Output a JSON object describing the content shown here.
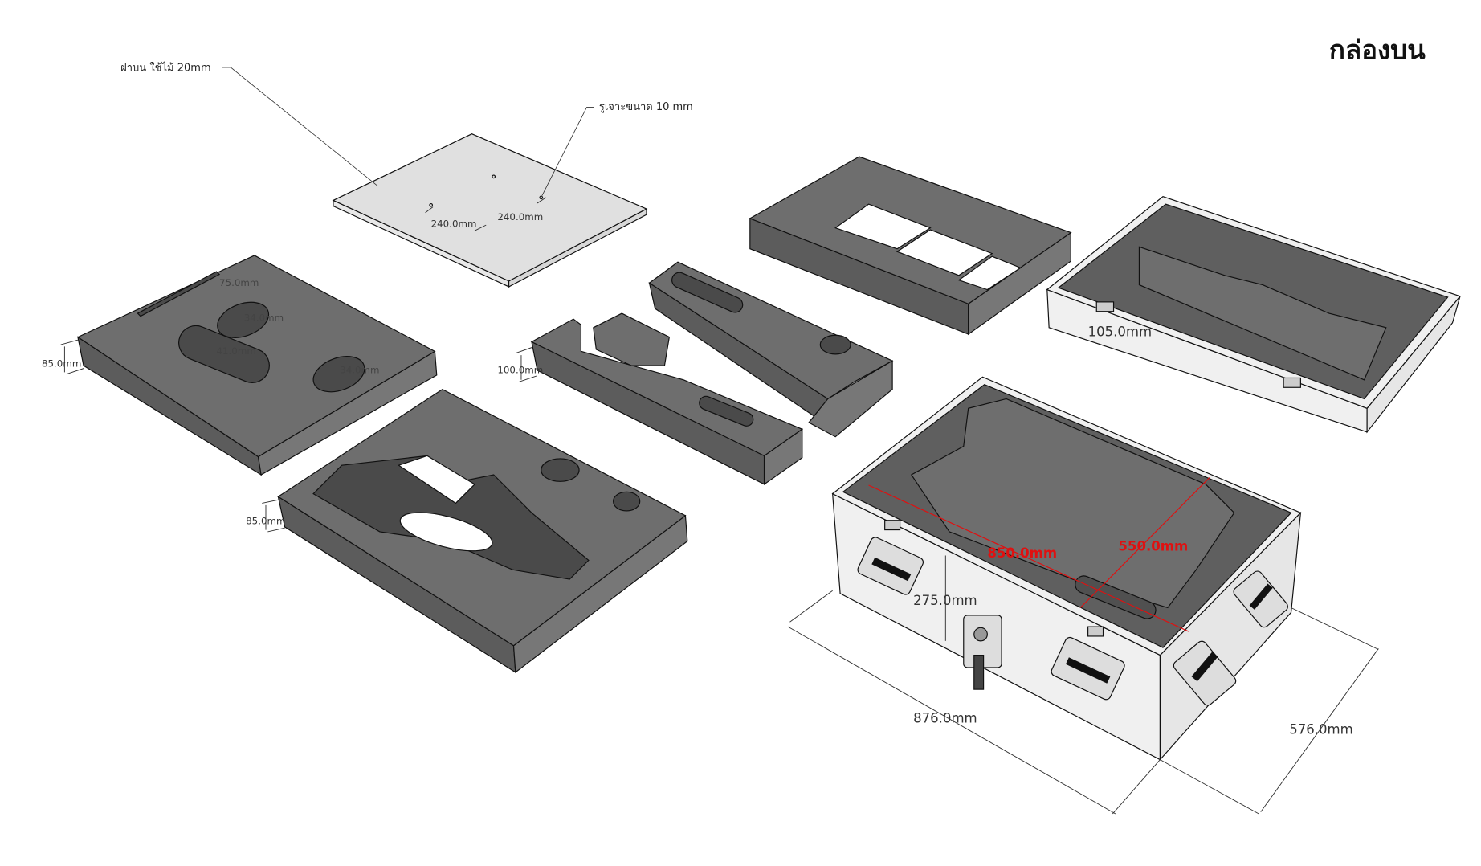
{
  "title": "กล่องบน",
  "annotations": {
    "lid_panel": "ฝาบน ใช้ไม้ 20mm",
    "drill_hole": "รูเจาะขนาด 10 mm"
  },
  "dimensions": {
    "lid_spacing_a": "240.0mm",
    "lid_spacing_b": "240.0mm",
    "foam1_slot": "75.0mm",
    "foam1_hole_a": "34.0mm",
    "foam1_hole_b": "41.0mm",
    "foam1_hole_c": "34.0mm",
    "foam1_thickness": "85.0mm",
    "foam2_thickness": "85.0mm",
    "foam3_thickness": "100.0mm",
    "lid_case_height": "105.0mm",
    "case_height": "275.0mm",
    "case_length": "876.0mm",
    "case_width": "576.0mm",
    "inner_length": "850.0mm",
    "inner_width": "550.0mm"
  },
  "colors": {
    "foam": "#6e6e6e",
    "case": "#f0f0f0",
    "inner_dimension": "#e01010"
  }
}
